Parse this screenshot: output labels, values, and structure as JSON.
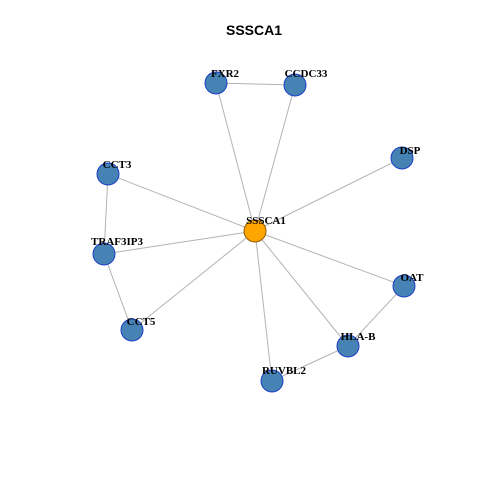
{
  "title": "SSSCA1",
  "colors": {
    "hub_fill": "#FFA500",
    "hub_stroke": "#8B5A00",
    "node_fill": "#4682B4",
    "node_stroke": "#1C3FC8",
    "edge": "#B3B3B3"
  },
  "nodes": [
    {
      "id": "SSSCA1",
      "label": "SSSCA1",
      "hub": true
    },
    {
      "id": "FXR2",
      "label": "FXR2",
      "hub": false
    },
    {
      "id": "CCDC33",
      "label": "CCDC33",
      "hub": false
    },
    {
      "id": "DSP",
      "label": "DSP",
      "hub": false
    },
    {
      "id": "CCT3",
      "label": "CCT3",
      "hub": false
    },
    {
      "id": "TRAF3IP3",
      "label": "TRAF3IP3",
      "hub": false
    },
    {
      "id": "OAT",
      "label": "OAT",
      "hub": false
    },
    {
      "id": "CCT5",
      "label": "CCT5",
      "hub": false
    },
    {
      "id": "HLA-B",
      "label": "HLA-B",
      "hub": false
    },
    {
      "id": "RUVBL2",
      "label": "RUVBL2",
      "hub": false
    }
  ],
  "edges": [
    [
      "SSSCA1",
      "FXR2"
    ],
    [
      "SSSCA1",
      "CCDC33"
    ],
    [
      "SSSCA1",
      "DSP"
    ],
    [
      "SSSCA1",
      "CCT3"
    ],
    [
      "SSSCA1",
      "TRAF3IP3"
    ],
    [
      "SSSCA1",
      "OAT"
    ],
    [
      "SSSCA1",
      "CCT5"
    ],
    [
      "SSSCA1",
      "HLA-B"
    ],
    [
      "SSSCA1",
      "RUVBL2"
    ],
    [
      "FXR2",
      "CCDC33"
    ],
    [
      "CCT3",
      "TRAF3IP3"
    ],
    [
      "TRAF3IP3",
      "CCT5"
    ],
    [
      "OAT",
      "HLA-B"
    ],
    [
      "HLA-B",
      "RUVBL2"
    ]
  ]
}
